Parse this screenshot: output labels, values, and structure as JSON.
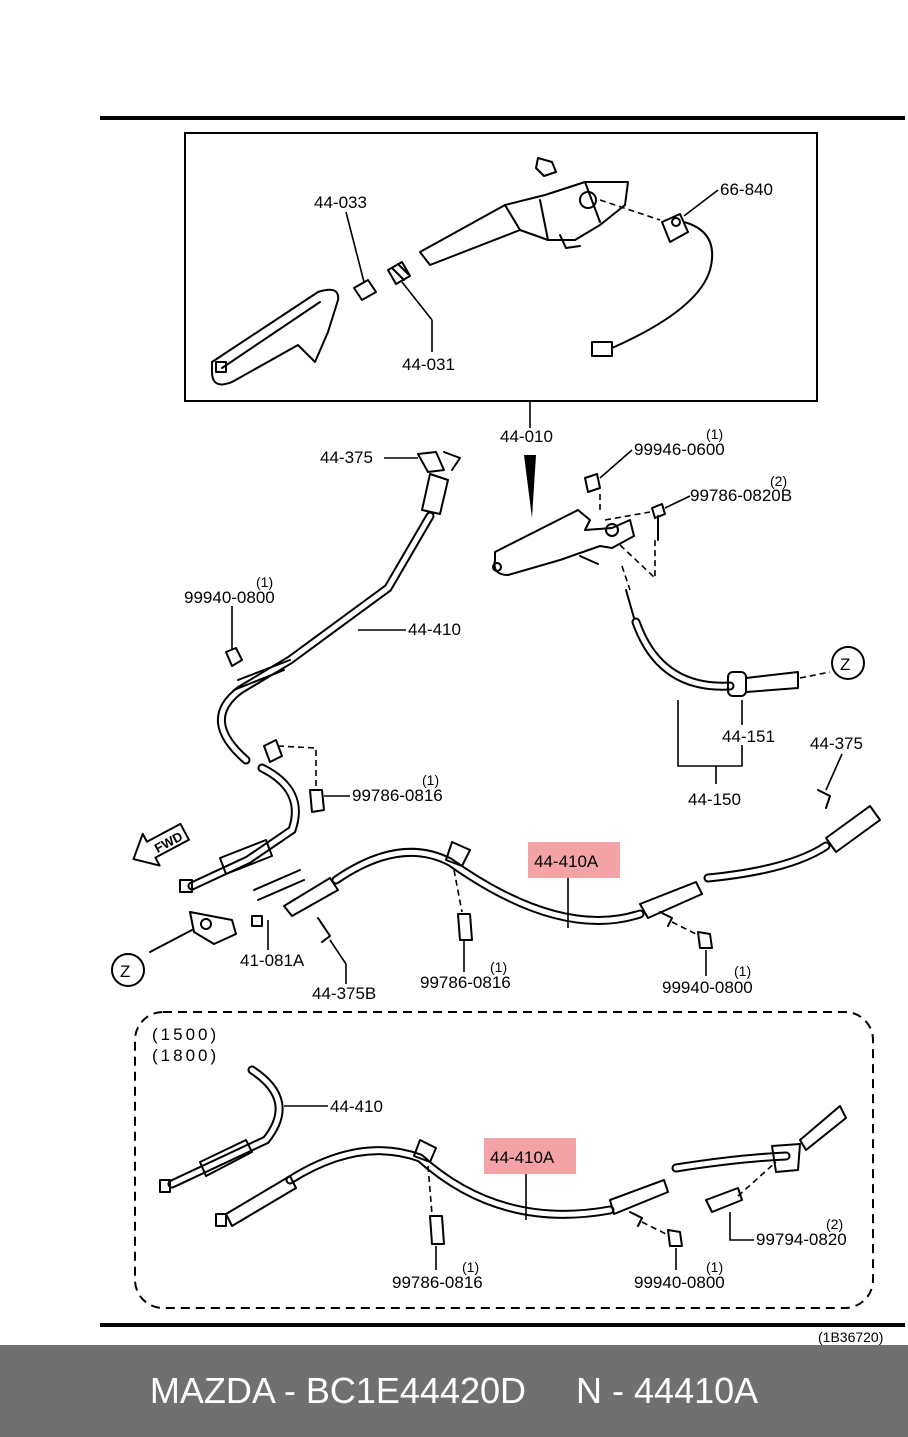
{
  "diagram": {
    "top_box": {
      "labels": [
        "44-033",
        "44-031",
        "66-840"
      ],
      "below_label": "44-010"
    },
    "main": {
      "labels": {
        "l44375_top": "44-375",
        "l99940_left": "99940-0800",
        "l99940_left_qty": "(1)",
        "l44410_upper": "44-410",
        "l99946": "99946-0600",
        "l99946_qty": "(1)",
        "l99786_0820b": "99786-0820B",
        "l99786_0820b_qty": "(2)",
        "l99786_mid": "99786-0816",
        "l99786_mid_qty": "(1)",
        "l44151": "44-151",
        "l44150": "44-150",
        "l44375_right": "44-375",
        "l44410a": "44-410A",
        "l41081a": "41-081A",
        "l44375b": "44-375B",
        "l99786_low": "99786-0816",
        "l99786_low_qty": "(1)",
        "l99940_low": "99940-0800",
        "l99940_low_qty": "(1)",
        "fwd": "FWD",
        "z1": "Z",
        "z2": "Z"
      }
    },
    "variant_box": {
      "conditions": [
        "(1500)",
        "(1800)"
      ],
      "labels": {
        "l44410": "44-410",
        "l44410a": "44-410A",
        "l99786": "99786-0816",
        "l99786_qty": "(1)",
        "l99940": "99940-0800",
        "l99940_qty": "(1)",
        "l99794": "99794-0820",
        "l99794_qty": "(2)"
      }
    },
    "reference_code": "(1B36720)"
  },
  "footer": {
    "brand": "MAZDA",
    "part_number": "BC1E44420D",
    "oem_code": "N - 44410A"
  },
  "colors": {
    "highlight": "#f3a3a6",
    "footer_bg": "#707070",
    "footer_text": "#ffffff"
  }
}
